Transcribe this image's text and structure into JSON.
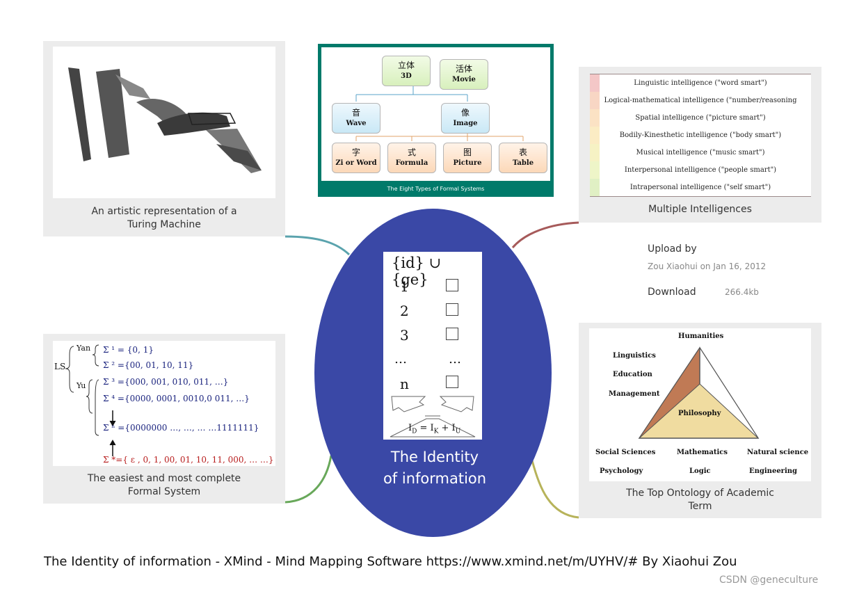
{
  "center": {
    "title_line1": "The Identity",
    "title_line2": "of information"
  },
  "turing": {
    "caption_line1": "An artistic representation of a",
    "caption_line2": "Turing Machine"
  },
  "formal_types": {
    "caption": "The Eight Types of Formal Systems",
    "boxes": [
      {
        "zh": "立体",
        "en": "3D"
      },
      {
        "zh": "活体",
        "en": "Movie"
      },
      {
        "zh": "音",
        "en": "Wave"
      },
      {
        "zh": "像",
        "en": "Image"
      },
      {
        "zh": "字",
        "en": "Zi or Word"
      },
      {
        "zh": "式",
        "en": "Formula"
      },
      {
        "zh": "图",
        "en": "Picture"
      },
      {
        "zh": "表",
        "en": "Table"
      }
    ]
  },
  "intelligences": {
    "caption": "Multiple Intelligences",
    "rows": [
      "Linguistic intelligence (\"word smart\")",
      "Logical-mathematical intelligence (\"number/reasoning smart\")",
      "Spatial intelligence (\"picture smart\")",
      "Bodily-Kinesthetic intelligence (\"body smart\")",
      "Musical intelligence (\"music smart\")",
      "Interpersonal intelligence (\"people smart\")",
      "Intrapersonal intelligence (\"self smart\")"
    ],
    "row_colors": [
      "#f4c7c7",
      "#f8d6c4",
      "#fbe2c4",
      "#fbecc4",
      "#f6f2c4",
      "#eef5c8",
      "#e0f0c4"
    ]
  },
  "upload": {
    "label": "Upload by",
    "by": "Zou Xiaohui on Jan 16, 2012",
    "download_label": "Download",
    "size": "266.4kb"
  },
  "identity_figure": {
    "header": "{id} ∪ {ge}",
    "numbers": [
      "1",
      "2",
      "3",
      "…",
      "n"
    ],
    "dots": "…",
    "formula": "I",
    "formula_D": "D",
    "formula_eq": " = I",
    "formula_K": "K",
    "formula_plus": " + I",
    "formula_U": "U"
  },
  "formal_system": {
    "caption_line1": "The easiest and most complete",
    "caption_line2": "Formal System",
    "ls": "LS",
    "yan": "Yan",
    "yu": "Yu",
    "s1": "Σ ¹ = {0, 1}",
    "s2": "Σ ² ={00, 01, 10, 11}",
    "s3": "Σ ³ ={000, 001, 010, 011, …}",
    "s4": "Σ ⁴ ={0000, 0001, 0010,0 011, …}",
    "sn": "Σ ⁿ ={0000000 …, …, … …1111111}",
    "sstar": "Σ *={ ε , 0, 1, 00, 01, 10, 11, 000, … …}"
  },
  "ontology": {
    "caption_line1": "The Top Ontology of Academic",
    "caption_line2": "Term",
    "humanities": "Humanities",
    "linguistics": "Linguistics",
    "education": "Education",
    "management": "Management",
    "philosophy": "Philosophy",
    "social": "Social Sciences",
    "mathematics": "Mathematics",
    "natural": "Natural science",
    "psychology": "Psychology",
    "logic": "Logic",
    "engineering": "Engineering"
  },
  "footer": "The Identity of information - XMind - Mind Mapping Software https://www.xmind.net/m/UYHV/# By Xiaohui Zou",
  "watermark": "CSDN @geneculture",
  "colors": {
    "ellipse": "#3a48a6",
    "panel_teal": "#007a6a",
    "card_bg": "#ececec"
  }
}
